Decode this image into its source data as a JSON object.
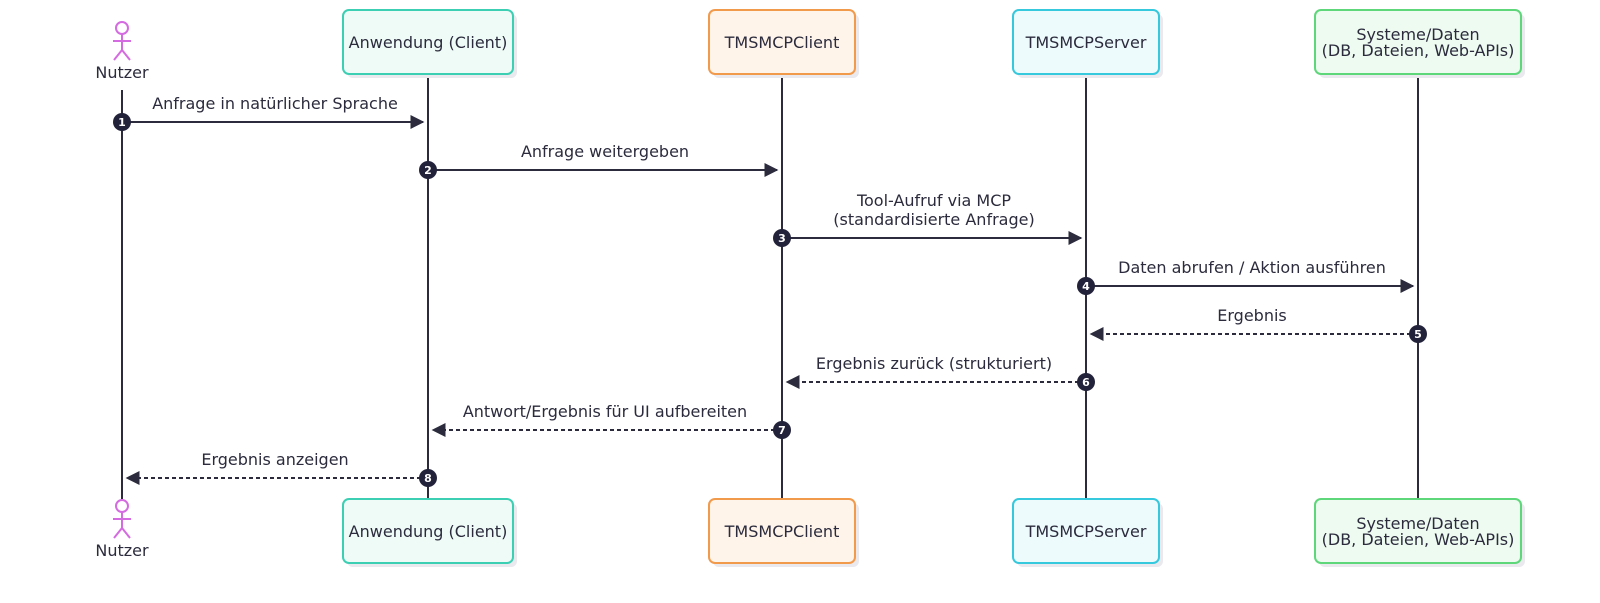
{
  "colors": {
    "line": "#2b2b3d",
    "actor": "#d56be0",
    "client_app": {
      "fill": "#eefbf6",
      "stroke": "#3ccfb4"
    },
    "mcp_client": {
      "fill": "#fff4ea",
      "stroke": "#f29a4c"
    },
    "mcp_server": {
      "fill": "#eefbfc",
      "stroke": "#36c9de"
    },
    "systems": {
      "fill": "#eefbf0",
      "stroke": "#5ed67a"
    }
  },
  "participants": [
    {
      "id": "user",
      "kind": "actor",
      "label": "Nutzer",
      "icon": "stick-figure-icon"
    },
    {
      "id": "app",
      "kind": "box",
      "label": "Anwendung (Client)",
      "color": "client_app"
    },
    {
      "id": "mcpclient",
      "kind": "box",
      "label": "TMSMCPClient",
      "color": "mcp_client"
    },
    {
      "id": "mcpserver",
      "kind": "box",
      "label": "TMSMCPServer",
      "color": "mcp_server"
    },
    {
      "id": "systems",
      "kind": "box",
      "label": "Systeme/Daten\n(DB, Dateien, Web-APIs)",
      "color": "systems"
    }
  ],
  "messages": [
    {
      "n": "1",
      "from": "user",
      "to": "app",
      "style": "solid",
      "label": "Anfrage in natürlicher Sprache"
    },
    {
      "n": "2",
      "from": "app",
      "to": "mcpclient",
      "style": "solid",
      "label": "Anfrage weitergeben"
    },
    {
      "n": "3",
      "from": "mcpclient",
      "to": "mcpserver",
      "style": "solid",
      "label": "Tool-Aufruf via MCP\n(standardisierte Anfrage)"
    },
    {
      "n": "4",
      "from": "mcpserver",
      "to": "systems",
      "style": "solid",
      "label": "Daten abrufen / Aktion ausführen"
    },
    {
      "n": "5",
      "from": "systems",
      "to": "mcpserver",
      "style": "dashed",
      "label": "Ergebnis"
    },
    {
      "n": "6",
      "from": "mcpserver",
      "to": "mcpclient",
      "style": "dashed",
      "label": "Ergebnis zurück (strukturiert)"
    },
    {
      "n": "7",
      "from": "mcpclient",
      "to": "app",
      "style": "dashed",
      "label": "Antwort/Ergebnis für UI aufbereiten"
    },
    {
      "n": "8",
      "from": "app",
      "to": "user",
      "style": "dashed",
      "label": "Ergebnis anzeigen"
    }
  ]
}
